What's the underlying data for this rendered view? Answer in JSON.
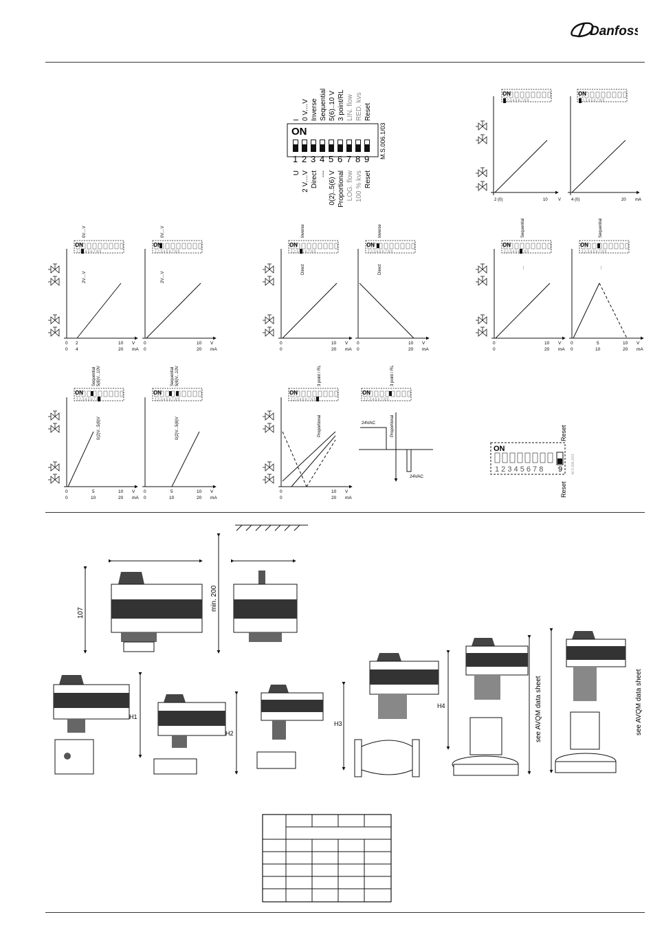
{
  "brand": {
    "logo_text": "Danfoss",
    "accent": "#cc0000"
  },
  "dip_panel": {
    "on_label": "ON",
    "numbers": [
      "1",
      "2",
      "3",
      "4",
      "5",
      "6",
      "7",
      "8",
      "9"
    ],
    "code": "M.S.006.1/03",
    "top_labels": [
      "I",
      "0 V....V",
      "Inverse",
      "Sequential",
      "5(6)..10 V",
      "3 point/RL",
      "LIN. flow",
      "RED. kvs",
      "Reset"
    ],
    "bottom_labels": [
      "U",
      "2 V....V",
      "Direct",
      "---",
      "0(2)..5(6) V",
      "Proportional",
      "LOG. flow",
      "100 % kvs",
      "Reset"
    ],
    "grey_color": "#8a8a8a"
  },
  "graph_labels": {
    "g_ui_left": {
      "x_ticks": [
        "2 (0)",
        "10",
        "V"
      ]
    },
    "g_ui_right": {
      "x_ticks": [
        "4 (0)",
        "20",
        "mA"
      ]
    },
    "row1": {
      "axis_v": [
        "0",
        "2",
        "10",
        "V"
      ],
      "axis_ma": [
        "0",
        "4",
        "20",
        "mA"
      ],
      "axis_v0": [
        "0",
        "10",
        "V"
      ],
      "axis_ma0": [
        "0",
        "20",
        "mA"
      ],
      "axis_v5": [
        "0",
        "5",
        "10",
        "V"
      ],
      "axis_ma10": [
        "0",
        "10",
        "20",
        "mA"
      ],
      "sw_0v": "0V....V",
      "sw_2v": "2V....V",
      "sw_inverse": "Inverse",
      "sw_direct": "Direct",
      "sw_sequential": "Sequential",
      "sw_dots": "...",
      "on": "ON"
    },
    "row2": {
      "sw_seq_a": "Sequential",
      "sw_seq_b": "5(6)V...10V",
      "sw_seq_c": "0(2)V...5(6)V",
      "sw_3point": "3 point / RL",
      "sw_proportional": "Proportional",
      "vac_top": "24VAC",
      "vac_bottom": "24VAC",
      "reset_top": "Reset",
      "reset_bottom": "Reset",
      "reset_code": "M.S.006.2/01"
    }
  },
  "dimensions": {
    "height_107": "107",
    "min_200": "min. 200",
    "h1": "H1",
    "h2": "H2",
    "h3": "H3",
    "h4": "H4",
    "avqm_left": "see AVQM data sheet",
    "avqm_right": "see AVQM data sheet"
  },
  "table": {
    "rows": 6,
    "cols": 5
  }
}
